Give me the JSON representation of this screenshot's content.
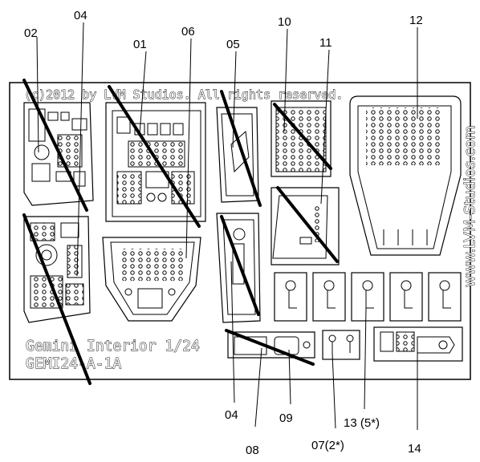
{
  "sheet": {
    "copyright": "(c)2012 by LVM Studios. All rights reserved.",
    "side_url": "www.LVM-Studios.com",
    "title": "Gemini Interior 1/24",
    "code": "GEMI24-A-1A"
  },
  "callouts": {
    "top": [
      "02",
      "04",
      "01",
      "06",
      "05",
      "10",
      "11",
      "12"
    ],
    "bottom": [
      "04",
      "08",
      "09",
      "07(2*)",
      "13 (5*)",
      "14"
    ]
  },
  "colors": {
    "ink": "#000000",
    "paper": "#ffffff"
  }
}
